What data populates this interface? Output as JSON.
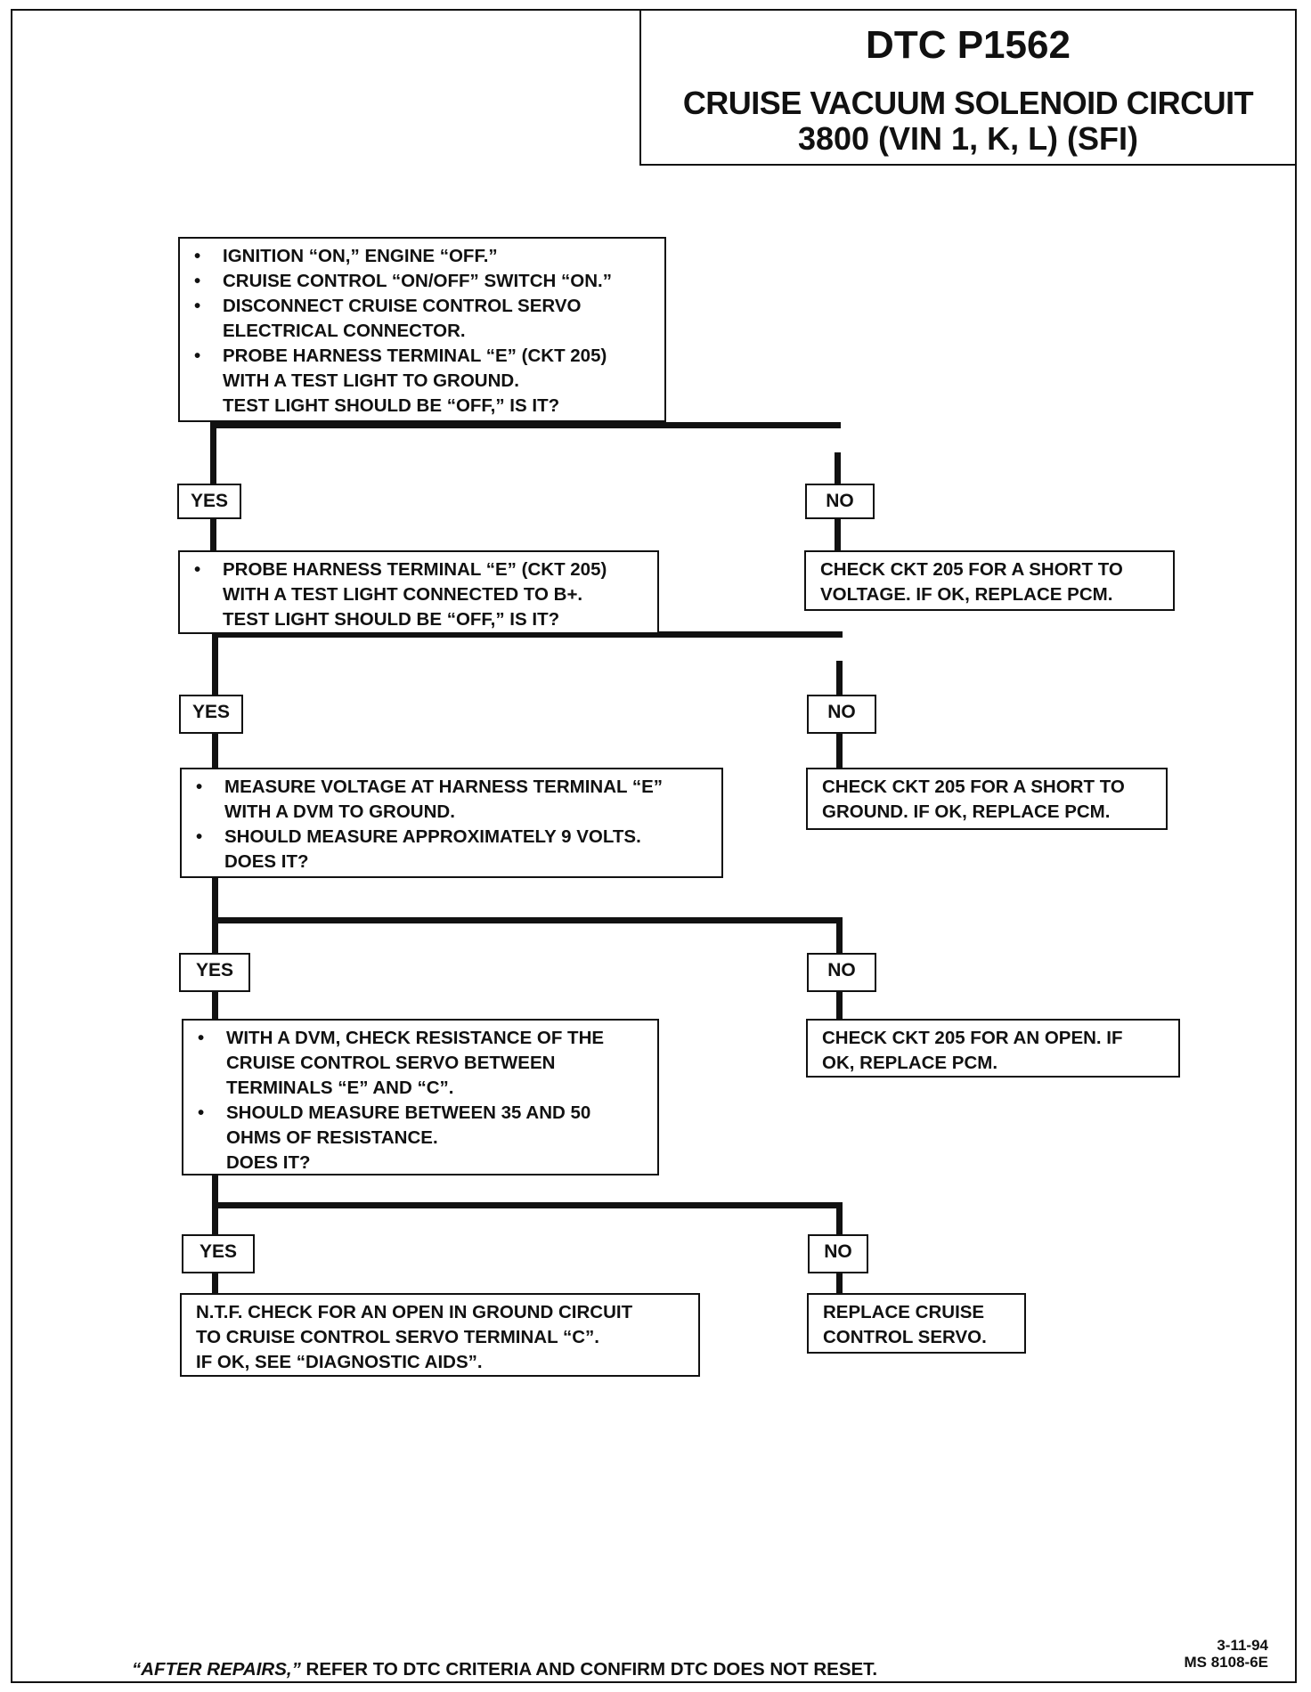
{
  "header": {
    "code": "DTC P1562",
    "title": "CRUISE VACUUM SOLENOID CIRCUIT",
    "subtitle": "3800  (VIN 1, K, L)  (SFI)"
  },
  "steps": [
    {
      "items": [
        {
          "bullet": true,
          "text": "IGNITION “ON,” ENGINE “OFF.”"
        },
        {
          "bullet": true,
          "text": "CRUISE CONTROL “ON/OFF” SWITCH “ON.”"
        },
        {
          "bullet": true,
          "text": "DISCONNECT CRUISE CONTROL SERVO"
        },
        {
          "bullet": false,
          "text": "ELECTRICAL CONNECTOR."
        },
        {
          "bullet": true,
          "text": "PROBE HARNESS TERMINAL “E” (CKT 205)"
        },
        {
          "bullet": false,
          "text": "WITH A TEST LIGHT TO GROUND."
        },
        {
          "bullet": false,
          "text": "TEST LIGHT SHOULD BE “OFF,” IS IT?"
        }
      ]
    },
    {
      "items": [
        {
          "bullet": true,
          "text": "PROBE HARNESS TERMINAL “E” (CKT 205)"
        },
        {
          "bullet": false,
          "text": "WITH A TEST  LIGHT CONNECTED TO B+."
        },
        {
          "bullet": false,
          "text": "TEST LIGHT SHOULD BE “OFF,” IS IT?"
        }
      ]
    },
    {
      "items": [
        {
          "bullet": true,
          "text": "MEASURE VOLTAGE AT HARNESS TERMINAL “E”"
        },
        {
          "bullet": false,
          "text": "WITH A DVM TO GROUND."
        },
        {
          "bullet": true,
          "text": "SHOULD MEASURE APPROXIMATELY 9 VOLTS."
        },
        {
          "bullet": false,
          "text": "DOES IT?"
        }
      ]
    },
    {
      "items": [
        {
          "bullet": true,
          "text": "WITH A DVM, CHECK RESISTANCE OF THE"
        },
        {
          "bullet": false,
          "text": "CRUISE CONTROL SERVO BETWEEN"
        },
        {
          "bullet": false,
          "text": "TERMINALS “E” AND “C”."
        },
        {
          "bullet": true,
          "text": "SHOULD MEASURE BETWEEN 35 AND 50"
        },
        {
          "bullet": false,
          "text": "OHMS OF RESISTANCE."
        },
        {
          "bullet": false,
          "text": "DOES IT?"
        }
      ]
    }
  ],
  "branches": {
    "yes_label": "YES",
    "no_label": "NO"
  },
  "results": {
    "no1": [
      "CHECK CKT 205 FOR A SHORT TO",
      "VOLTAGE.  IF OK, REPLACE PCM."
    ],
    "no2": [
      "CHECK CKT 205 FOR A SHORT TO",
      "GROUND.  IF OK, REPLACE PCM."
    ],
    "no3": [
      "CHECK CKT 205 FOR AN OPEN.  IF",
      "OK, REPLACE PCM."
    ],
    "no4": [
      "REPLACE CRUISE",
      "CONTROL SERVO."
    ],
    "yes4": [
      "N.T.F. CHECK FOR AN OPEN IN GROUND CIRCUIT",
      "TO CRUISE CONTROL SERVO TERMINAL “C”.",
      "IF OK, SEE “DIAGNOSTIC AIDS”."
    ]
  },
  "footer": {
    "emphasis": "“AFTER REPAIRS,”",
    "text": " REFER TO DTC CRITERIA  AND CONFIRM DTC DOES NOT RESET."
  },
  "stamp": {
    "date": "3-11-94",
    "doc_id": "MS  8108-6E"
  }
}
